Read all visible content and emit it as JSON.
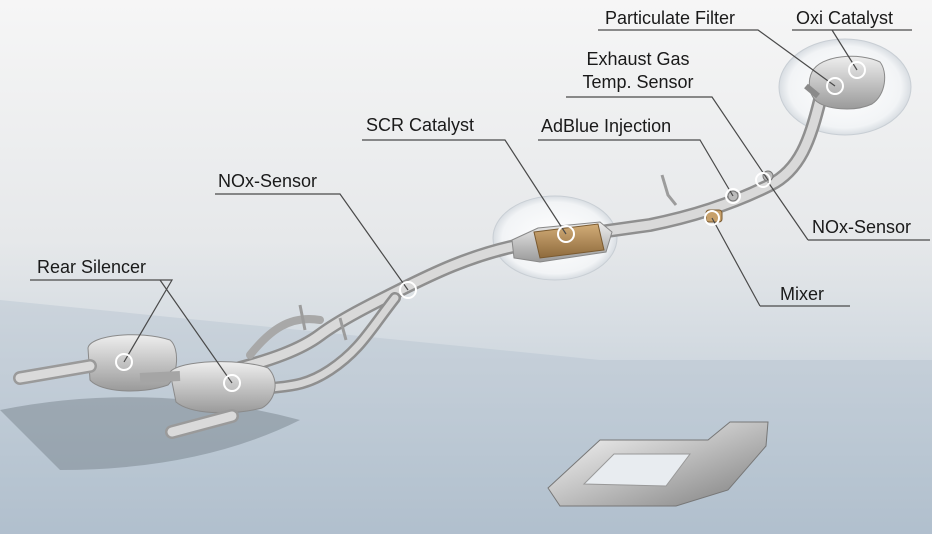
{
  "labels": {
    "particulate_filter": "Particulate Filter",
    "oxi_catalyst": "Oxi Catalyst",
    "exhaust_gas_line1": "Exhaust Gas",
    "exhaust_gas_line2": "Temp. Sensor",
    "scr_catalyst": "SCR Catalyst",
    "adblue_injection": "AdBlue Injection",
    "nox_sensor_front": "NOx-Sensor",
    "nox_sensor_rear": "NOx-Sensor",
    "rear_silencer": "Rear Silencer",
    "mixer": "Mixer"
  },
  "colors": {
    "background_top": "#f4f4f4",
    "background_bottom": "#b7c6d4",
    "pipe": "#c9c9c9",
    "scr_catalyst": "#b08a56",
    "leader_line": "#444444"
  }
}
